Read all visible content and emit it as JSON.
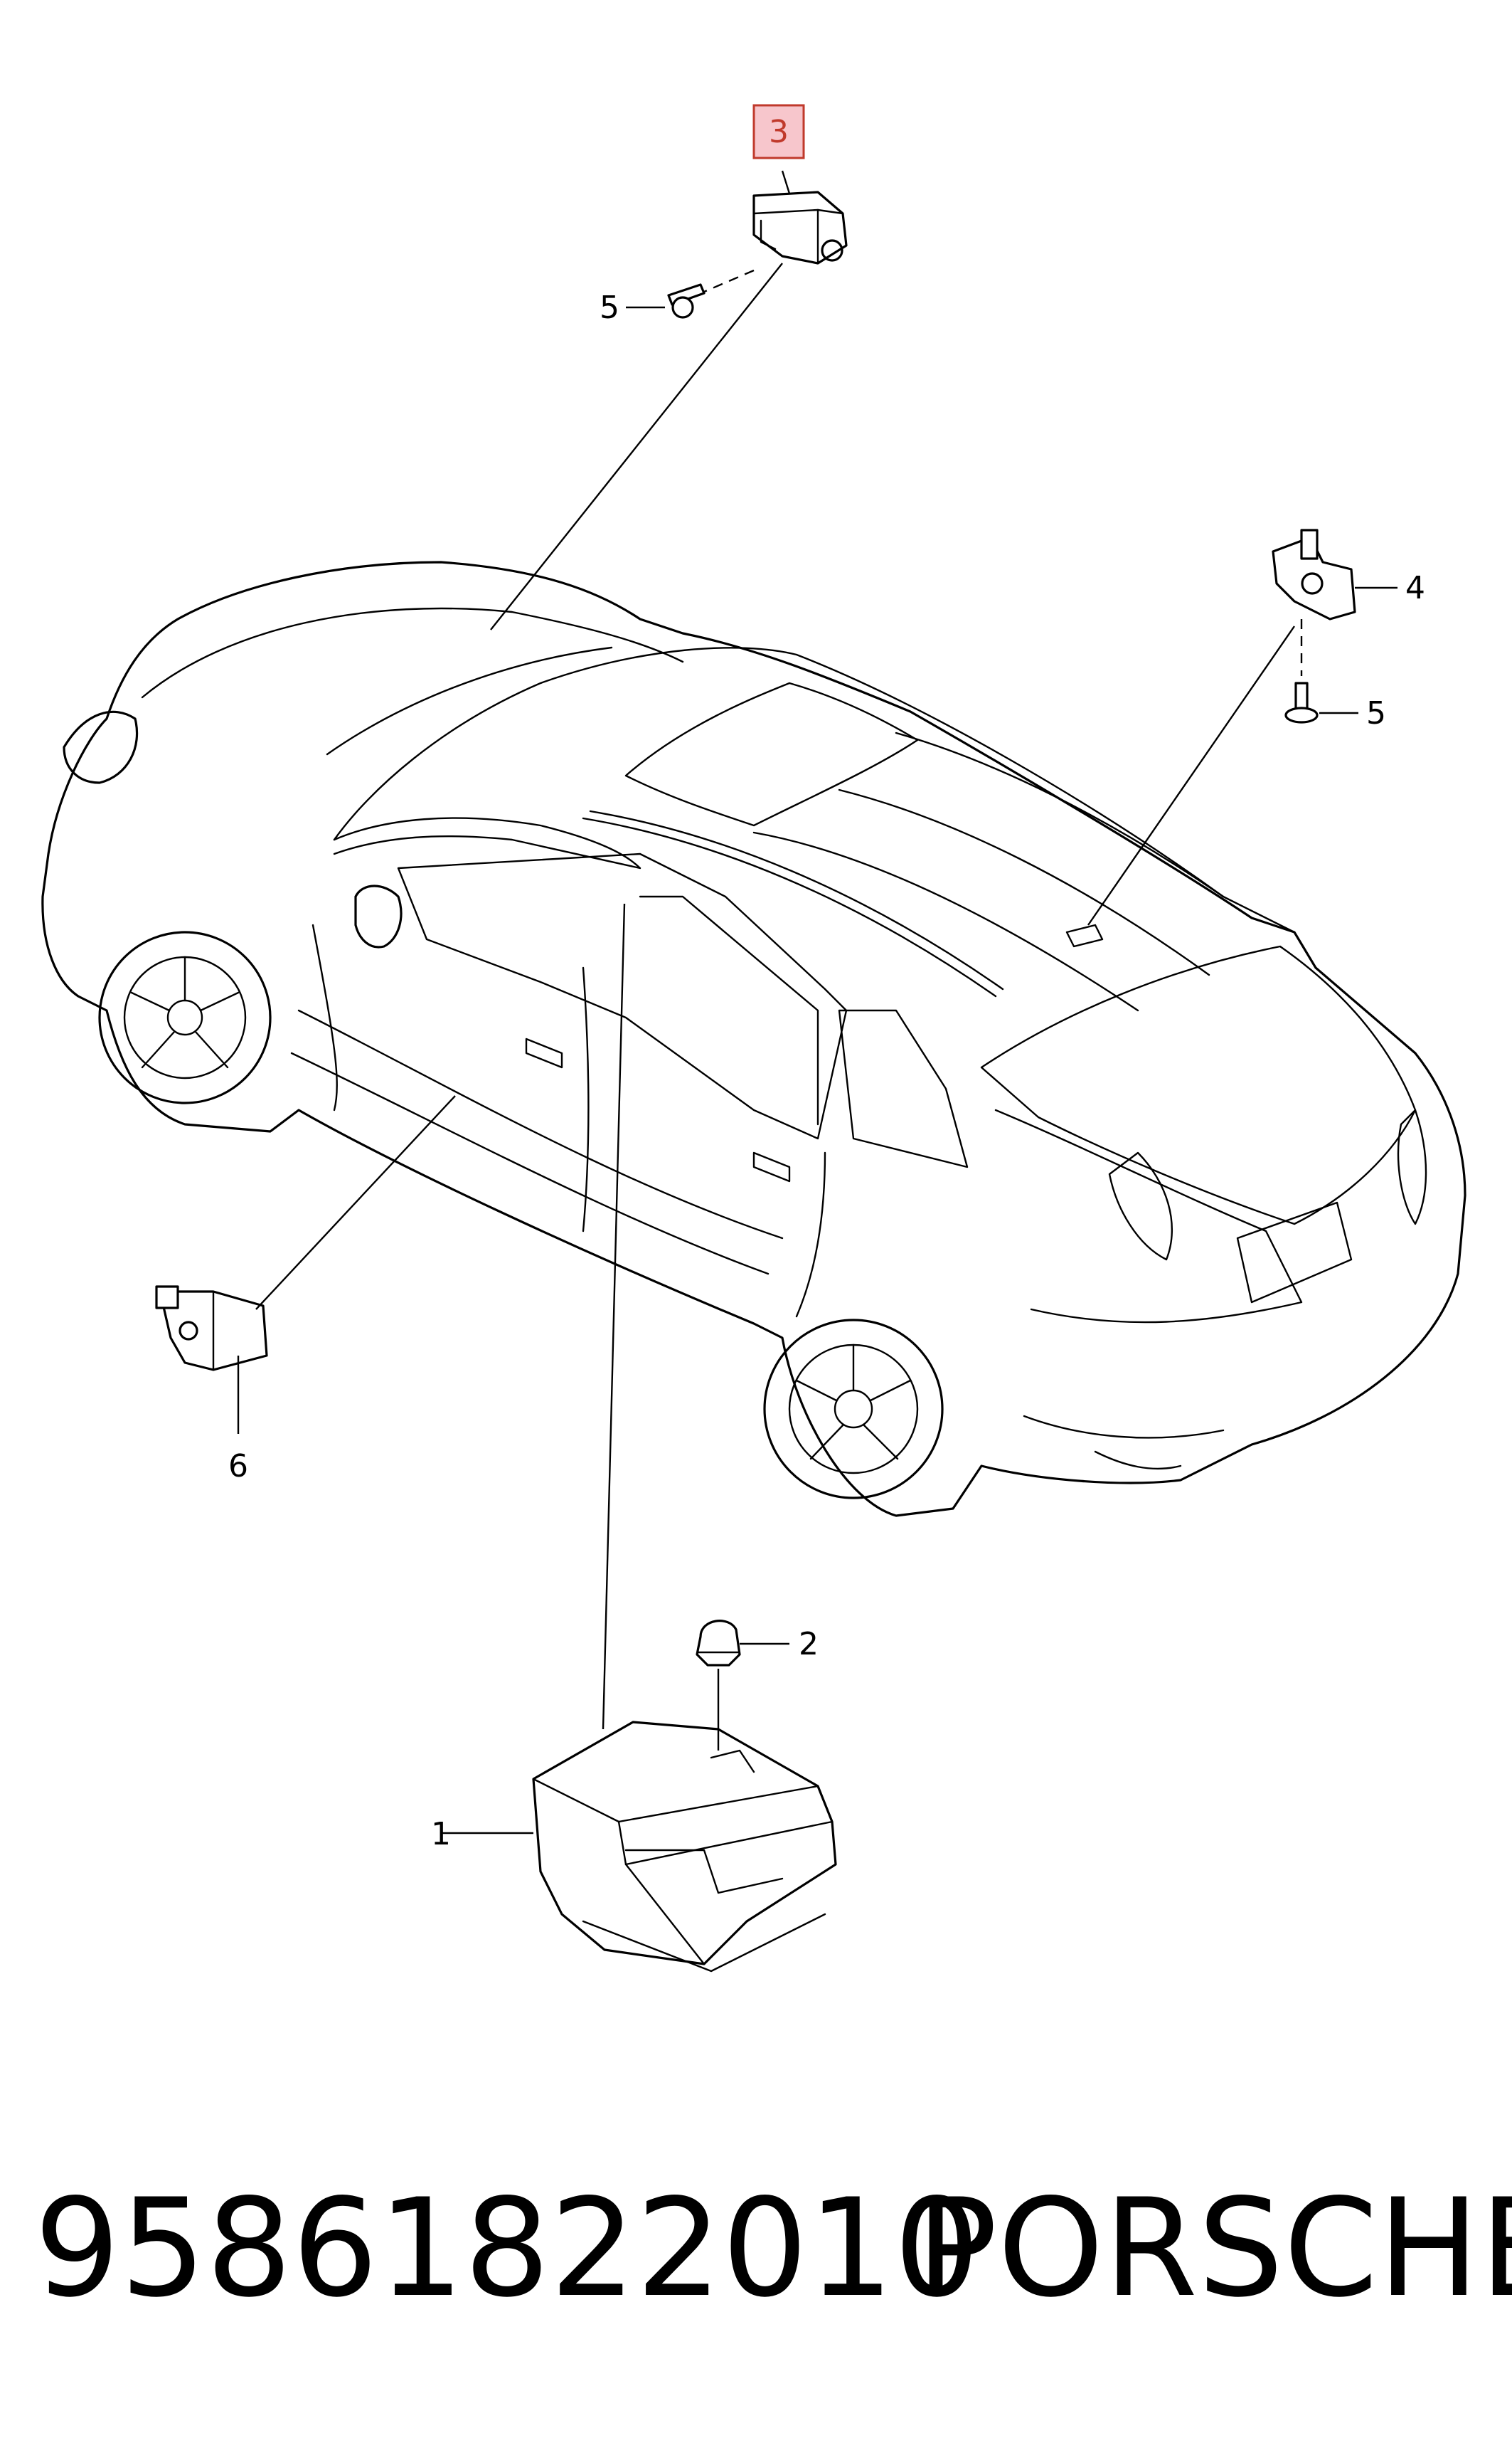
{
  "diagram": {
    "callouts": [
      {
        "id": "1",
        "label": "1"
      },
      {
        "id": "2",
        "label": "2"
      },
      {
        "id": "3",
        "label": "3",
        "highlighted": true
      },
      {
        "id": "4",
        "label": "4"
      },
      {
        "id": "5a",
        "label": "5"
      },
      {
        "id": "5b",
        "label": "5"
      },
      {
        "id": "6",
        "label": "6"
      }
    ],
    "highlight_color": "#f7c6cc",
    "highlight_border": "#c0392b"
  },
  "footer": {
    "part_number": "95861822010",
    "brand": "PORSCHE"
  }
}
